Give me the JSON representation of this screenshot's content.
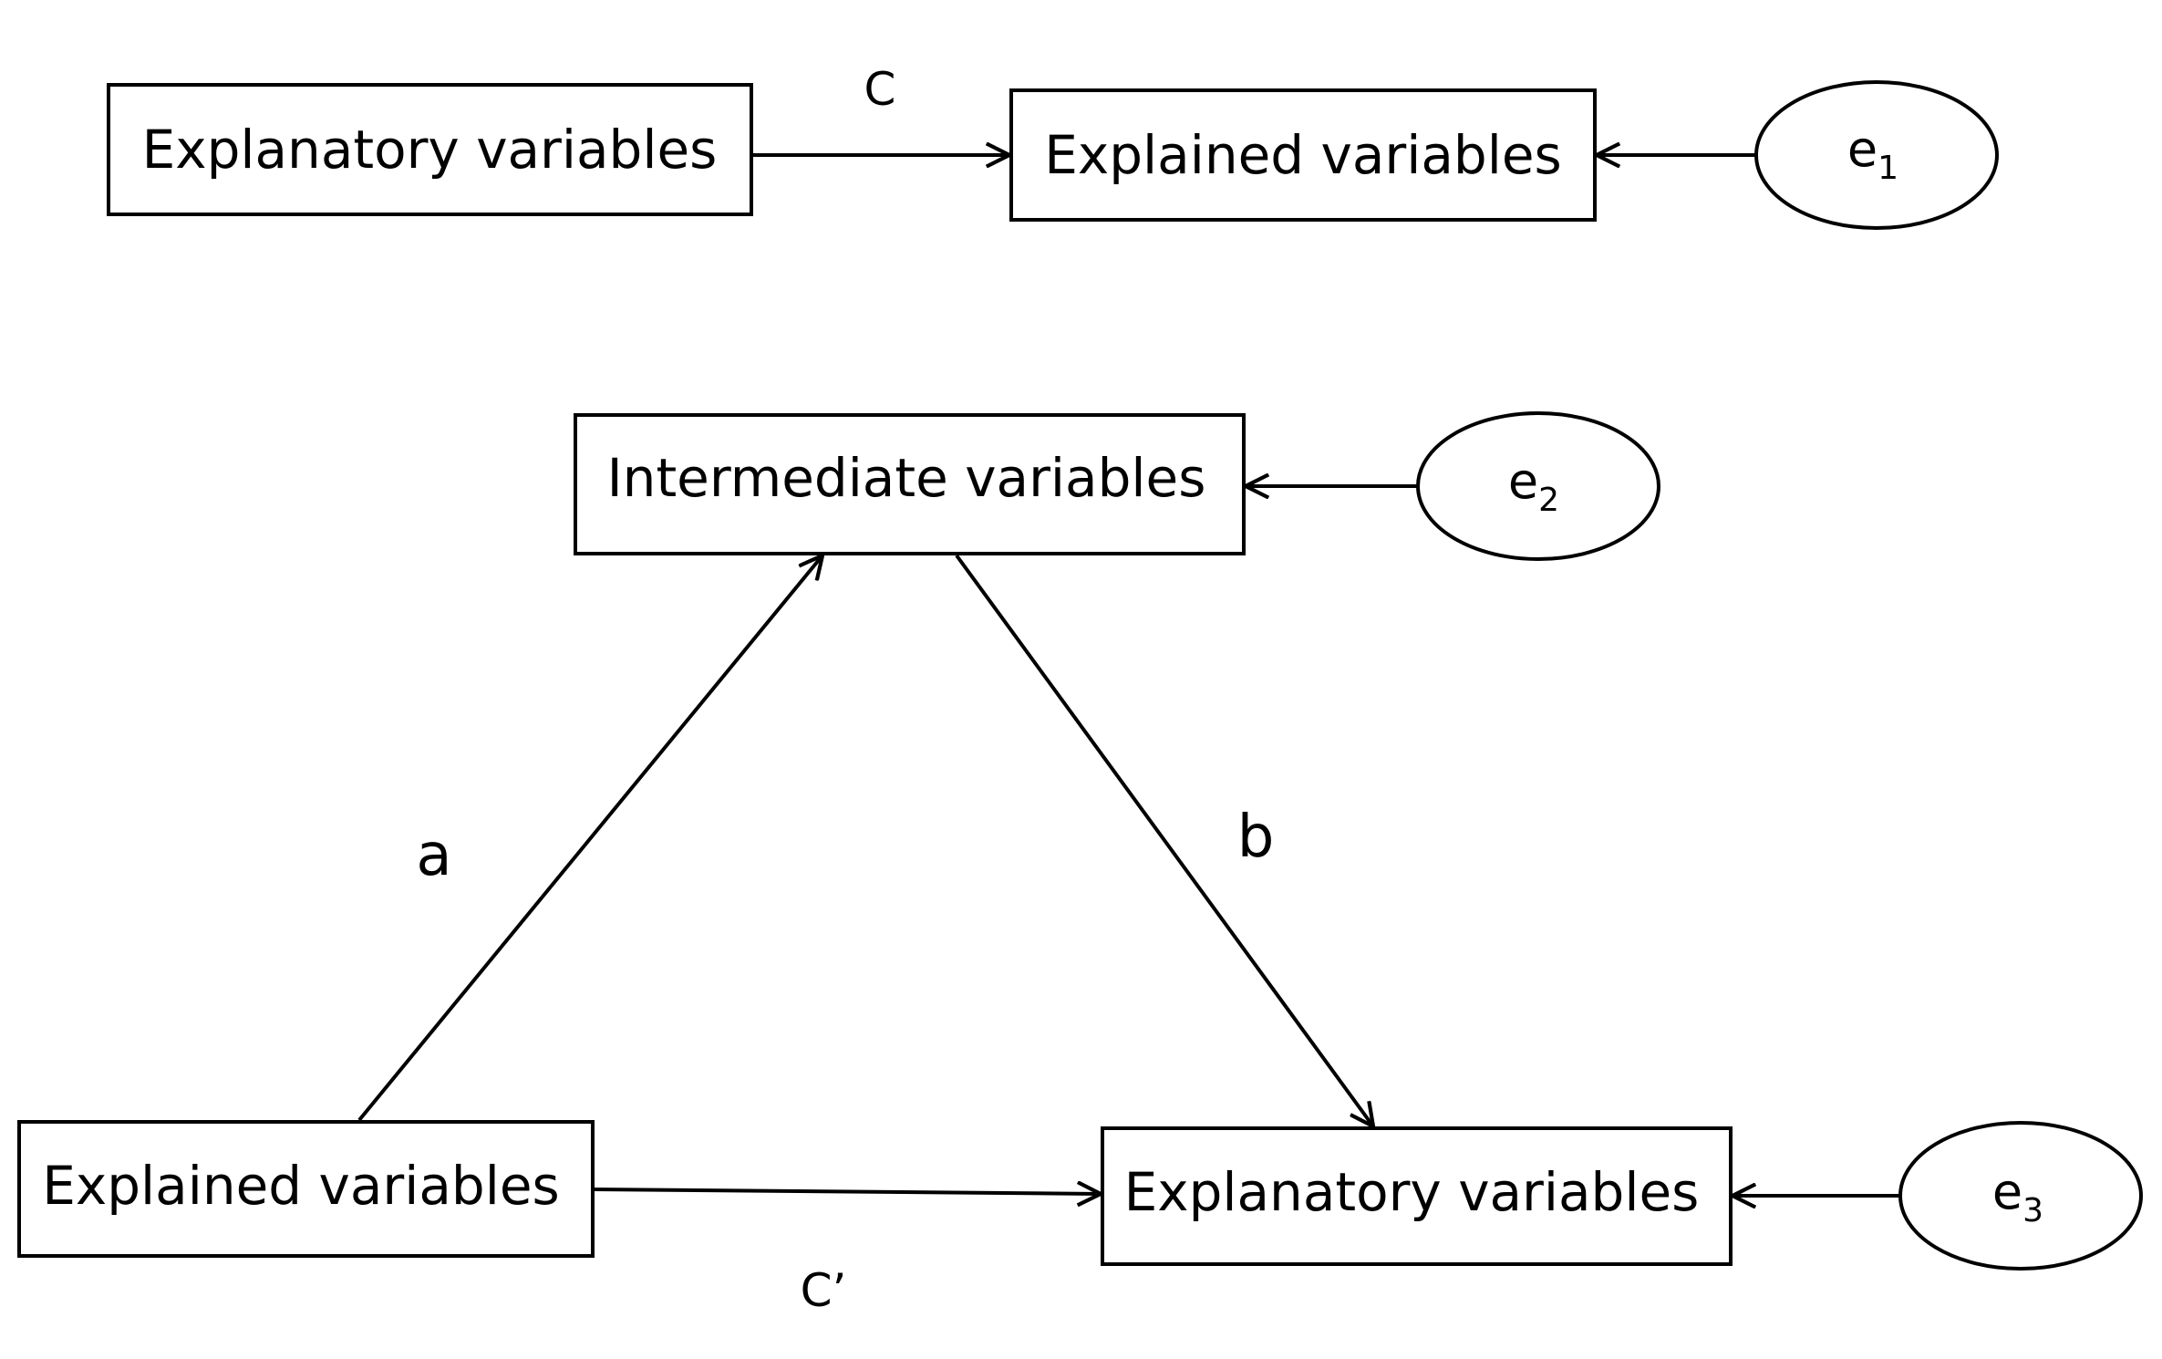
{
  "model_top": {
    "explanatory": "Explanatory variables",
    "explained": "Explained variables",
    "error": {
      "base": "e",
      "sub": "1"
    },
    "path_c": "C"
  },
  "model_bottom": {
    "intermediate": "Intermediate variables",
    "explained": "Explained variables",
    "explanatory": "Explanatory variables",
    "error_intermediate": {
      "base": "e",
      "sub": "2"
    },
    "error_explanatory": {
      "base": "e",
      "sub": "3"
    },
    "path_a": "a",
    "path_b": "b",
    "path_c_prime": "C’"
  }
}
